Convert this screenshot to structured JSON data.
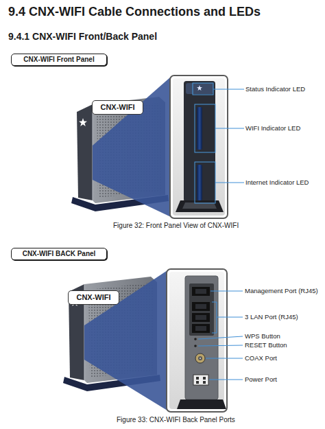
{
  "diagram": {
    "title": "9.4 CNX-WIFI Cable Connections and LEDs",
    "nodes": [
      {
        "text": [
          "CNX-WIFI Front Panel"
        ]
      },
      {
        "text": [
          "CNX-WIFI"
        ]
      },
      {
        "text": [
          "CNX-WIFI BACK Panel"
        ]
      },
      {
        "text": [
          "CNX-WIFI"
        ]
      }
    ],
    "labels": [
      "9.4.1 CNX-WIFI Front/Back Panel",
      "Status Indicator LED",
      "WIFI Indicator LED",
      "Internet Indicator LED",
      "Figure 32: Front Panel View of CNX-WIFI",
      "Management Port (RJ45)",
      "3 LAN Port (RJ45)",
      "WPS Button",
      "RESET Button",
      "COAX Port",
      "Power Port",
      "Figure 33: CNX-WIFI Back Panel Ports"
    ]
  }
}
